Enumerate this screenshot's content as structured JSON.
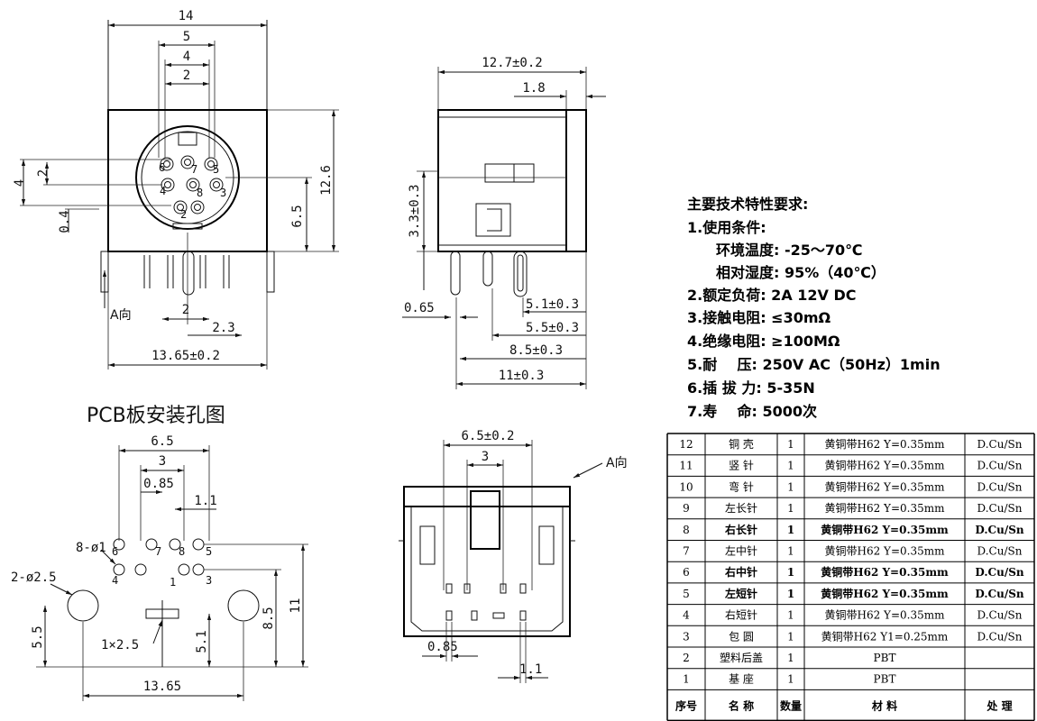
{
  "front_view": {
    "dim_top": [
      "14",
      "5",
      "4",
      "2"
    ],
    "dim_left": [
      "2",
      "4",
      "0.4"
    ],
    "dim_right": [
      "12.6",
      "6.5"
    ],
    "dim_bottom": [
      "2",
      "2.3",
      "13.65±0.2"
    ],
    "pin_labels": [
      "6",
      "7",
      "5",
      "4",
      "8",
      "3",
      "2"
    ],
    "direction_label": "A向"
  },
  "side_view": {
    "dims": [
      "12.7±0.2",
      "1.8",
      "3.3±0.3",
      "0.65",
      "5.1±0.3",
      "5.5±0.3",
      "8.5±0.3",
      "11±0.3"
    ]
  },
  "pcb_layout": {
    "title": "PCB板安装孔图",
    "dims": [
      "6.5",
      "3",
      "0.85",
      "1.1",
      "8-ø1",
      "2-ø2.5",
      "1×2.5",
      "5.5",
      "5.1",
      "8.5",
      "11",
      "13.65"
    ],
    "pin_labels": [
      "6",
      "7",
      "8",
      "5",
      "4",
      "1",
      "3"
    ]
  },
  "bottom_view": {
    "dims": [
      "6.5±0.2",
      "3",
      "0.85",
      "1.1"
    ],
    "direction_label": "A向"
  },
  "specs": {
    "heading": "主要技术特性要求:",
    "lines": [
      "1.使用条件:",
      "环境温度: -25～70℃",
      "相对湿度: 95%（40℃）",
      "2.额定负荷: 2A 12V DC",
      "3.接触电阻: ≤30mΩ",
      "4.绝缘电阻: ≥100MΩ",
      "5.耐    压: 250V AC（50Hz）1min",
      "6.插 拔 力: 5-35N",
      "7.寿    命: 5000次"
    ]
  },
  "bom": {
    "headers": [
      "序号",
      "名  称",
      "数量",
      "材    料",
      "处    理"
    ],
    "rows": [
      {
        "no": "12",
        "name": "铜 壳",
        "qty": "1",
        "material": "黄铜带H62 Y=0.35mm",
        "finish": "D.Cu/Sn",
        "bold": false
      },
      {
        "no": "11",
        "name": "竖 针",
        "qty": "1",
        "material": "黄铜带H62 Y=0.35mm",
        "finish": "D.Cu/Sn",
        "bold": false
      },
      {
        "no": "10",
        "name": "弯 针",
        "qty": "1",
        "material": "黄铜带H62 Y=0.35mm",
        "finish": "D.Cu/Sn",
        "bold": false
      },
      {
        "no": "9",
        "name": "左长针",
        "qty": "1",
        "material": "黄铜带H62 Y=0.35mm",
        "finish": "D.Cu/Sn",
        "bold": false
      },
      {
        "no": "8",
        "name": "右长针",
        "qty": "1",
        "material": "黄铜带H62 Y=0.35mm",
        "finish": "D.Cu/Sn",
        "bold": true
      },
      {
        "no": "7",
        "name": "左中针",
        "qty": "1",
        "material": "黄铜带H62 Y=0.35mm",
        "finish": "D.Cu/Sn",
        "bold": false
      },
      {
        "no": "6",
        "name": "右中针",
        "qty": "1",
        "material": "黄铜带H62 Y=0.35mm",
        "finish": "D.Cu/Sn",
        "bold": true
      },
      {
        "no": "5",
        "name": "左短针",
        "qty": "1",
        "material": "黄铜带H62 Y=0.35mm",
        "finish": "D.Cu/Sn",
        "bold": true
      },
      {
        "no": "4",
        "name": "右短针",
        "qty": "1",
        "material": "黄铜带H62 Y=0.35mm",
        "finish": "D.Cu/Sn",
        "bold": false
      },
      {
        "no": "3",
        "name": "包 圆",
        "qty": "1",
        "material": "黄铜带H62 Y1=0.25mm",
        "finish": "D.Cu/Sn",
        "bold": false
      },
      {
        "no": "2",
        "name": "塑料后盖",
        "qty": "1",
        "material": "PBT",
        "finish": "",
        "bold": false
      },
      {
        "no": "1",
        "name": "基 座",
        "qty": "1",
        "material": "PBT",
        "finish": "",
        "bold": false
      }
    ]
  }
}
